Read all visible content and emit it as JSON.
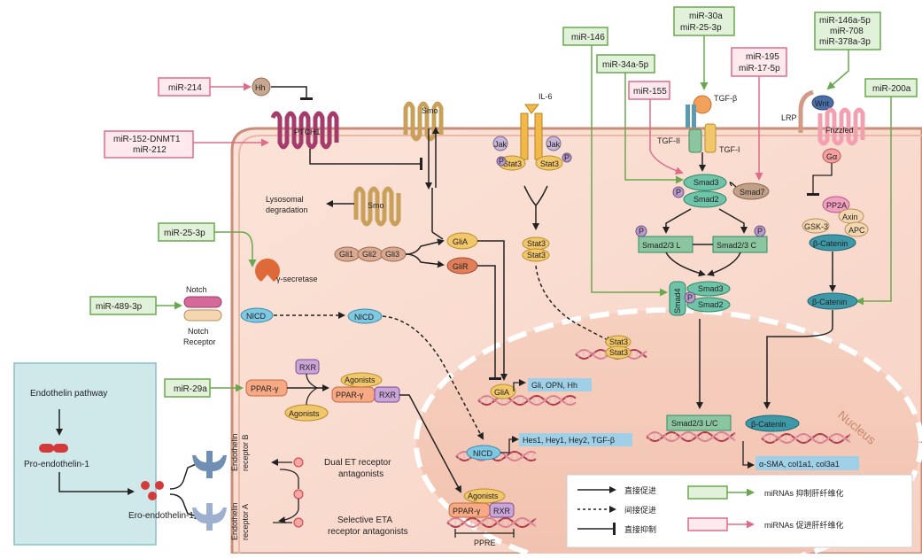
{
  "nucleus_label": "Nucleus",
  "endothelin": {
    "pathway": "Endothelin pathway",
    "pro": "Pro-endothelin-1",
    "ero": "Ero-endothelin-1"
  },
  "receptors": {
    "b_line1": "Endothelin",
    "b_line2": "receptor B",
    "a_line1": "Endothelin",
    "a_line2": "receptor A"
  },
  "antagonists": {
    "dual_1": "Dual ET receptor",
    "dual_2": "antagonists",
    "sel_1": "Selective ETA",
    "sel_2": "receptor antagonists"
  },
  "mirs": {
    "m214": "miR-214",
    "m152_1": "miR-152-DNMT1",
    "m152_2": "miR-212",
    "m25": "miR-25-3p",
    "m489": "miR-489-3p",
    "m29a": "miR-29a",
    "m146": "miR-146",
    "m34a": "miR-34a-5p",
    "m30a_1": "miR-30a",
    "m30a_2": "miR-25-3p",
    "m195_1": "miR-195",
    "m195_2": "miR-17-5p",
    "m155": "miR-155",
    "m146a_1": "miR-146a-5p",
    "m146a_2": "miR-708",
    "m146a_3": "miR-378a-3p",
    "m200a": "miR-200a"
  },
  "nodes": {
    "hh": "Hh",
    "ptch1": "PTCH1",
    "smo": "Smo",
    "lyso_1": "Lysosomal",
    "lyso_2": "degradation",
    "gli1": "Gli1",
    "gli2": "Gli2",
    "gli3": "Gli3",
    "glia": "GliA",
    "glir": "GliR",
    "il6": "IL-6",
    "jak": "Jak",
    "stat3": "Stat3",
    "p": "P",
    "gamma": "γ-secretase",
    "notch": "Notch",
    "receptor": "Receptor",
    "nicd": "NICD",
    "ppar": "PPAR-γ",
    "rxr": "RXR",
    "agonists": "Agonists",
    "ppre": "PPRE",
    "tgfb": "TGF-β",
    "tgf2": "TGF-II",
    "tgf1": "TGF-I",
    "smad3": "Smad3",
    "smad2": "Smad2",
    "smad7": "Smad7",
    "smad4": "Smad4",
    "smadl": "Smad2/3 L",
    "smadc": "Smad2/3 C",
    "smadlc": "Smad2/3 L/C",
    "lrp": "LRP",
    "wnt": "Wnt",
    "frizzled": "Frizzled",
    "galpha": "Gα",
    "pp2a": "PP2A",
    "axin": "Axin",
    "gsk3": "GSK-3",
    "apc": "APC",
    "bcat": "β-Catenin"
  },
  "targets": {
    "gli": "Gli, OPN, Hh",
    "nicd": "Hes1, Hey1, Hey2, TGF-β",
    "fib": "α-SMA, col1a1, col3a1"
  },
  "legend": {
    "direct_promote": "直接促进",
    "indirect_promote": "间接促进",
    "direct_inhibit": "直接抑制",
    "green": "miRNAs 抑制肝纤维化",
    "pink": "miRNAs 促进肝纤维化"
  },
  "colors": {
    "inhibit_mirna": "#6aa84f",
    "promote_mirna": "#e06c8b",
    "cell": "#f7d2c4",
    "target_box": "#9fd0e8"
  }
}
